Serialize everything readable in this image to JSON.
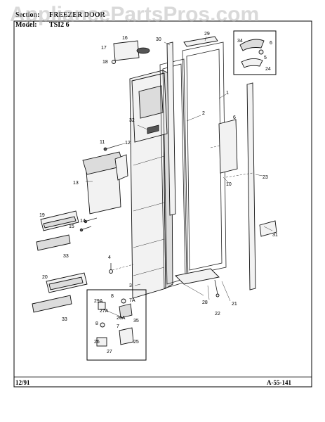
{
  "header": {
    "section_label": "Section:",
    "section_value": "FREEZER DOOR",
    "model_label": "Model:",
    "model_value": "TSI2 6"
  },
  "watermark": "AppliancePartsPros.com",
  "footer": {
    "date": "12/91",
    "page_code": "A-55-141"
  },
  "callouts": {
    "c1": "1",
    "c2": "2",
    "c3": "3",
    "c4": "4",
    "c5": "5",
    "c6": "6",
    "c6b": "6",
    "c7": "7",
    "c7a": "7A",
    "c8": "8",
    "c8b": "8",
    "c10": "10",
    "c11": "11",
    "c12": "12",
    "c13": "13",
    "c14": "14",
    "c15": "15",
    "c16": "16",
    "c17": "17",
    "c18": "18",
    "c19": "19",
    "c20": "20",
    "c21": "21",
    "c22": "22",
    "c23": "23",
    "c24": "24",
    "c25": "25",
    "c26": "26",
    "c26a": "26A",
    "c27": "27",
    "c27a": "27A",
    "c28": "28",
    "c29": "29",
    "c29a": "29A",
    "c30": "30",
    "c31": "31",
    "c32": "32",
    "c33": "33",
    "c33b": "33",
    "c34": "34",
    "c35": "35"
  }
}
